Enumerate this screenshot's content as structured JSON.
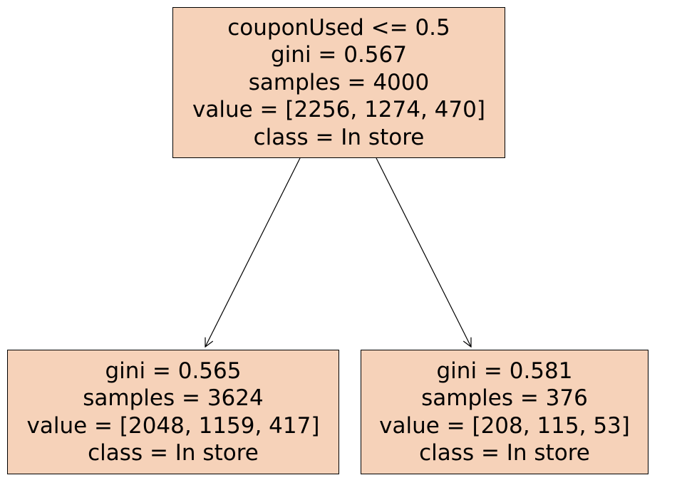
{
  "tree": {
    "node_fill": "#f6d2b9",
    "border_color": "#000000",
    "edge_color": "#000000",
    "nodes": [
      {
        "id": "root",
        "split": "couponUsed <= 0.5",
        "gini": "gini = 0.567",
        "samples": "samples = 4000",
        "value": "value = [2256, 1274, 470]",
        "class": "class = In store"
      },
      {
        "id": "left",
        "gini": "gini = 0.565",
        "samples": "samples = 3624",
        "value": "value = [2048, 1159, 417]",
        "class": "class = In store"
      },
      {
        "id": "right",
        "gini": "gini = 0.581",
        "samples": "samples = 376",
        "value": "value = [208, 115, 53]",
        "class": "class = In store"
      }
    ],
    "edges": [
      {
        "from": "root",
        "to": "left"
      },
      {
        "from": "root",
        "to": "right"
      }
    ]
  }
}
